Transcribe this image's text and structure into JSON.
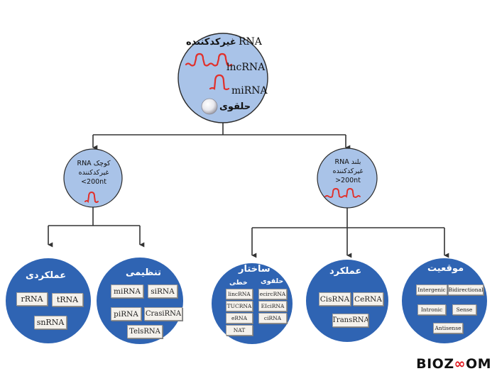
{
  "root": {
    "title_rna": "RNA",
    "title_fa": "غیرکدکننده",
    "items": [
      "lncRNA",
      "miRNA",
      "حلقوی"
    ]
  },
  "small": {
    "lines": [
      "RNA کوچک",
      "غیرکدکننده",
      "<200nt"
    ]
  },
  "long": {
    "lines": [
      "RNA بلند",
      "غیرکدکننده",
      ">200nt"
    ]
  },
  "functional": {
    "title": "عملکردی",
    "items": [
      "rRNA",
      "tRNA",
      "snRNA"
    ]
  },
  "regulatory": {
    "title": "تنظیمی",
    "items": [
      "miRNA",
      "siRNA",
      "piRNA",
      "CrasiRNA",
      "TelsRNA"
    ]
  },
  "structure": {
    "title": "ساختار",
    "linear_label": "خطی",
    "circular_label": "حلقوی",
    "linear": [
      "lincRNA",
      "TUCRNA",
      "eRNA",
      "NAT"
    ],
    "circular": [
      "ecircRNA",
      "EIciRNA",
      "ciRNA"
    ]
  },
  "function": {
    "title": "عملکرد",
    "items": [
      "CisRNA",
      "CeRNA",
      "TransRNA"
    ]
  },
  "location": {
    "title": "موقعیت",
    "items": [
      "Intergenic",
      "Bidirectional",
      "Intronic",
      "Sense",
      "Antisense"
    ]
  },
  "logo": {
    "text_a": "BIOZ",
    "text_b": "OM",
    "glyph": "∞"
  },
  "colors": {
    "light_circle": "#a9c3e8",
    "light_border": "#2b2b2b",
    "dark_circle": "#2f64b3",
    "hairpin": "#e1302b",
    "connector": "#333333",
    "logo_accent": "#e0141b"
  }
}
